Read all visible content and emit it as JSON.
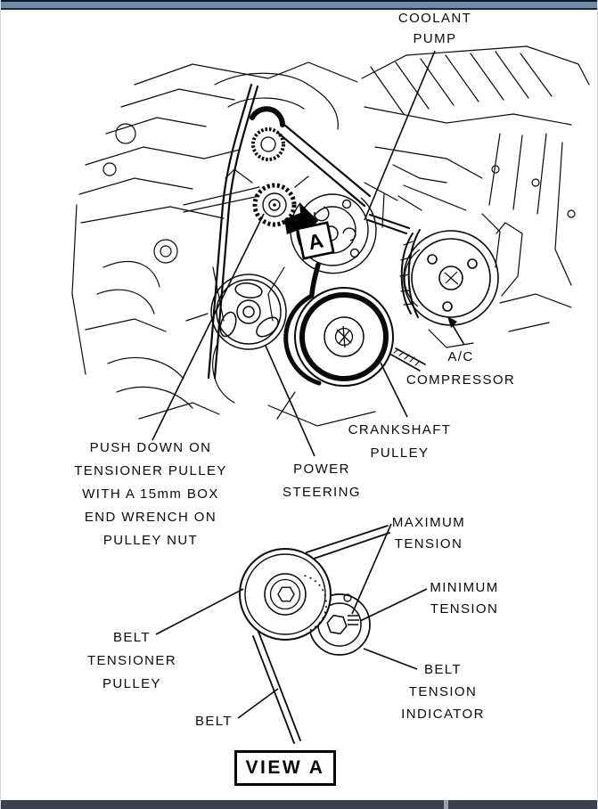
{
  "window": {
    "top_bar_color": "#6E8BA9",
    "bottom_bar_color": "#3A4150",
    "bottom_bar_divider": "#9BA0A8",
    "ink_color": "#000000",
    "paper_color": "#FFFFFF"
  },
  "main_view": {
    "labels": {
      "coolant_pump": [
        "COOLANT",
        "PUMP"
      ],
      "ac_compressor": [
        "A/C",
        "COMPRESSOR"
      ],
      "crankshaft_pulley": [
        "CRANKSHAFT",
        "PULLEY"
      ],
      "power_steering": [
        "POWER",
        "STEERING"
      ],
      "tensioner_note": [
        "PUSH DOWN ON",
        "TENSIONER PULLEY",
        "WITH A 15mm BOX",
        "END WRENCH ON",
        "PULLEY NUT"
      ]
    },
    "marker": "A"
  },
  "detail_view": {
    "labels": {
      "maximum_tension": [
        "MAXIMUM",
        "TENSION"
      ],
      "minimum_tension": [
        "MINIMUM",
        "TENSION"
      ],
      "belt_tension_indicator": [
        "BELT",
        "TENSION",
        "INDICATOR"
      ],
      "belt_tensioner_pulley": [
        "BELT",
        "TENSIONER",
        "PULLEY"
      ],
      "belt": "BELT"
    },
    "caption": "VIEW A"
  }
}
